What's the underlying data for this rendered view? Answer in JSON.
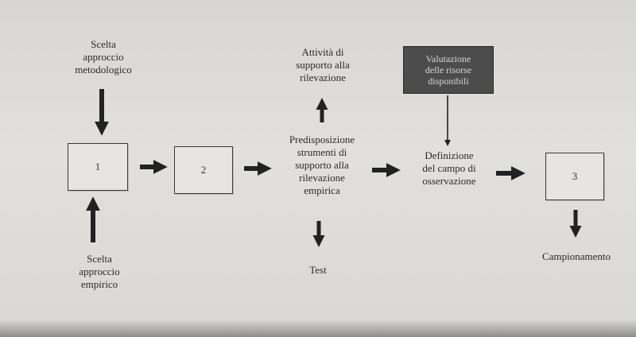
{
  "labels": {
    "scelta_metodologico": "Scelta\napproccio\nmetodologico",
    "scelta_empirico": "Scelta\napproccio\nempirico",
    "attivita": "Attività di\nsupporto alla\nrilevazione",
    "predisposizione": "Predisposizione\nstrumenti di\nsupporto alla\nrilevazione\nempirica",
    "test": "Test",
    "valutazione": "Valutazione\ndelle risorse\ndisponibili",
    "definizione": "Definizione\ndel campo di\nosservazione",
    "campionamento": "Campionamento"
  },
  "boxes": {
    "box1": "1",
    "box2": "2",
    "box3": "3"
  },
  "colors": {
    "ink": "#2a2a2a",
    "dark_box": "#4c4c4c"
  }
}
